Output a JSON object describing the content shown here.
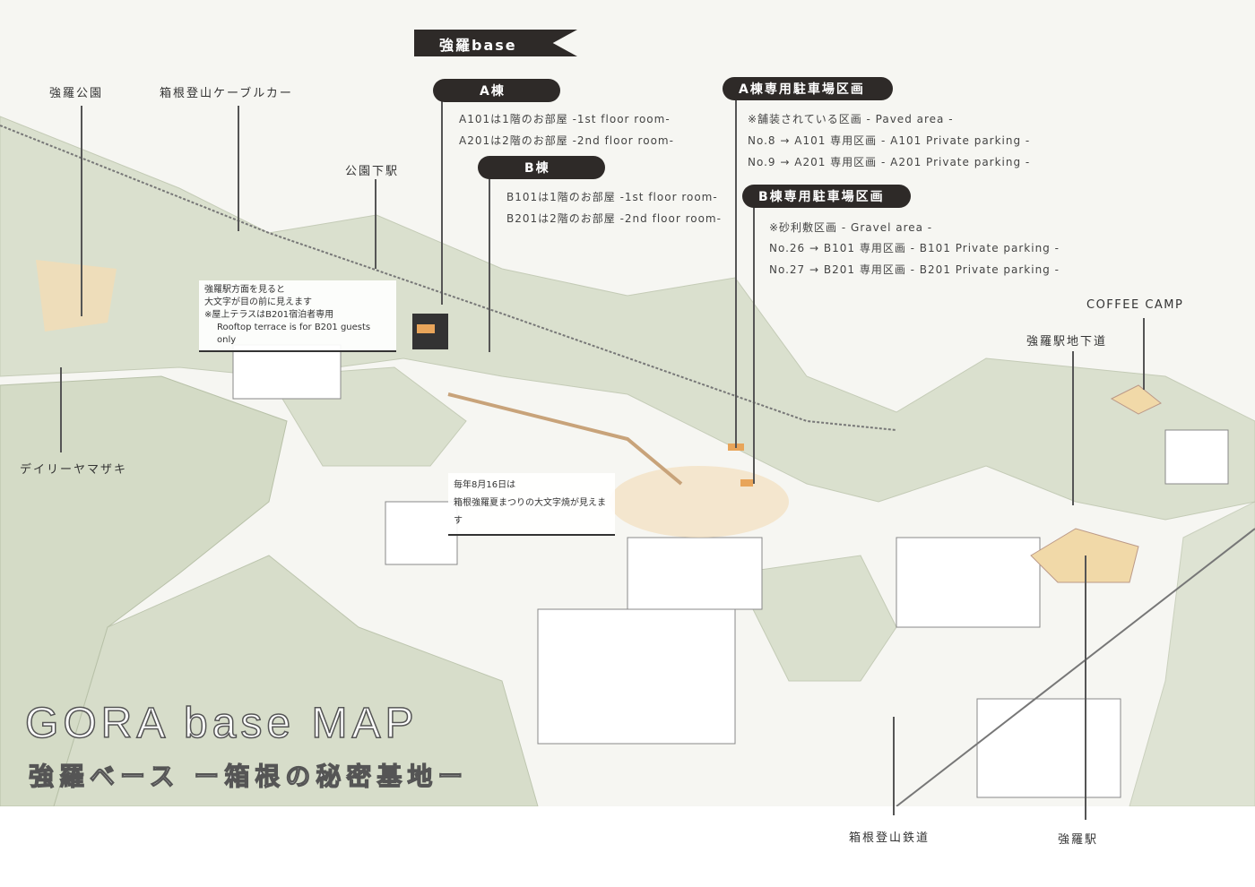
{
  "banner": "強羅base",
  "title": "GORA base MAP",
  "subtitle": "強羅ベース ー箱根の秘密基地ー",
  "buildings": [
    {
      "label": "A棟",
      "lines": [
        "A101は1階のお部屋 -1st floor room-",
        "A201は2階のお部屋 -2nd floor room-"
      ]
    },
    {
      "label": "B棟",
      "lines": [
        "B101は1階のお部屋 -1st floor room-",
        "B201は2階のお部屋 -2nd floor room-"
      ]
    }
  ],
  "parking": [
    {
      "label": "A棟専用駐車場区画",
      "lines": [
        "※舗装されている区画 - Paved area -",
        "No.8 → A101 専用区画 - A101 Private parking -",
        "No.9 → A201 専用区画 - A201 Private parking -"
      ]
    },
    {
      "label": "B棟専用駐車場区画",
      "lines": [
        "※砂利敷区画 - Gravel area -",
        "No.26 → B101 専用区画 - B101 Private parking -",
        "No.27 → B201 専用区画 - B201 Private parking -"
      ]
    }
  ],
  "places": {
    "park": "強羅公園",
    "cable": "箱根登山ケーブルカー",
    "koen_shita": "公園下駅",
    "daily": "デイリーヤマザキ",
    "coffee": "COFFEE CAMP",
    "underpass": "強羅駅地下道",
    "railway": "箱根登山鉄道",
    "gora_station": "強羅駅"
  },
  "notes": {
    "rooftop": [
      "強羅駅方面を見ると",
      "大文字が目の前に見えます",
      "※屋上テラスはB201宿泊者専用",
      "Rooftop terrace is for B201 guests only"
    ],
    "festival": [
      "毎年8月16日は",
      "箱根強羅夏まつりの大文字焼が見えます"
    ]
  }
}
